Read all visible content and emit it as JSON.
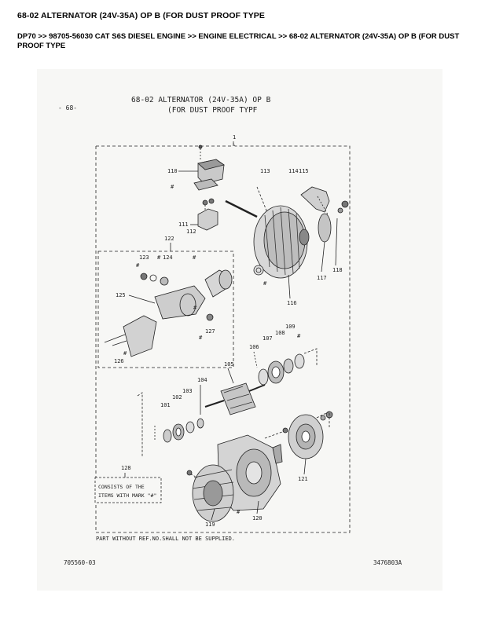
{
  "header": {
    "title": "68-02 ALTERNATOR (24V-35A) OP B (FOR DUST PROOF TYPE",
    "breadcrumb": "DP70 >> 98705-56030 CAT S6S DIESEL ENGINE >> ENGINE ELECTRICAL >> 68-02 ALTERNATOR (24V-35A) OP B (FOR DUST PROOF TYPE"
  },
  "drawing": {
    "page_marker": "- 68-",
    "title_line1": "68-02   ALTERNATOR (24V-35A) OP B",
    "title_line2": "(FOR DUST PROOF TYPF",
    "note_box": [
      "CONSISTS OF THE",
      "ITEMS WITH MARK \"#\""
    ],
    "footer_note": "PART WITHOUT REF.NO.SHALL NOT BE SUPPLIED.",
    "doc_left": "705560-03",
    "doc_right": "3476803A",
    "callouts": [
      "1",
      "110",
      "111",
      "112",
      "113",
      "114",
      "115",
      "116",
      "117",
      "118",
      "119",
      "120",
      "121",
      "122",
      "123",
      "124",
      "125",
      "126",
      "127",
      "128",
      "101",
      "102",
      "103",
      "104",
      "105",
      "106",
      "107",
      "108",
      "109",
      "#"
    ]
  }
}
